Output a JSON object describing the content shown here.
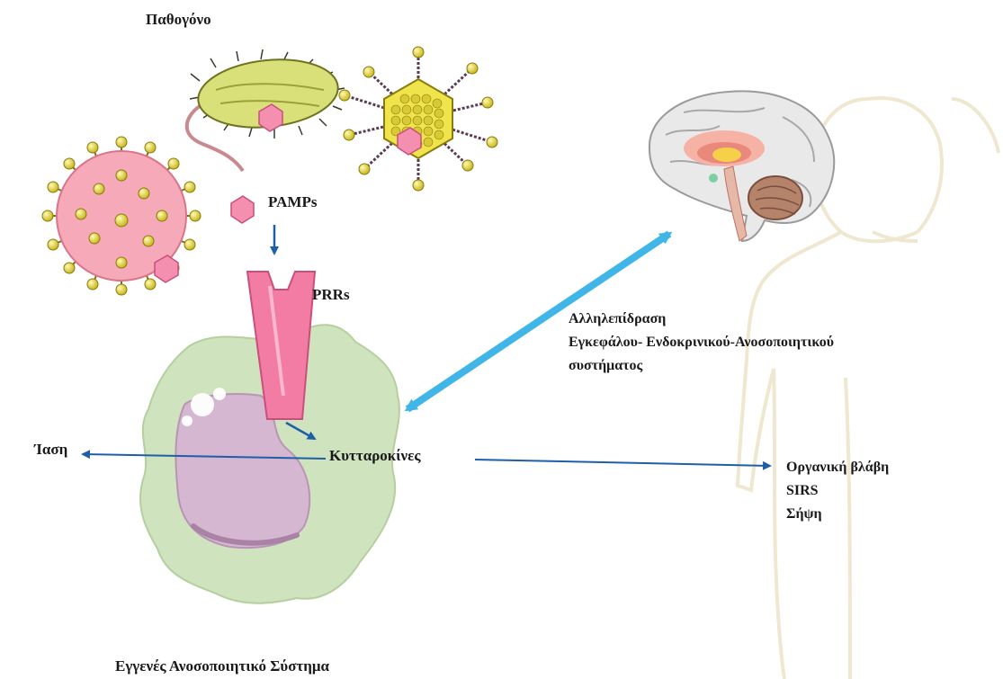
{
  "labels": {
    "pathogen": "Παθογόνο",
    "pamps": "PAMPs",
    "prrs": "PRRs",
    "cytokines": "Κυτταροκίνες",
    "healing": "Ίαση",
    "interaction": [
      "Αλληλεπίδραση",
      "Εγκεφάλου- Ενδοκρινικού-Ανοσοποιητικού",
      "συστήματος"
    ],
    "outcomes": [
      "Οργανική βλάβη",
      "SIRS",
      "Σήψη"
    ],
    "innate_system": "Εγγενές Ανοσοποιητικό  Σύστημα"
  },
  "colors": {
    "arrow_blue": "#1f5fa8",
    "double_arrow": "#3fb5e8",
    "receptor_pink": "#f27ca4",
    "cell_green": "#cfe3bf",
    "nucleus_purple": "#d6b7d2",
    "virus_pink": "#f6a9b8",
    "virus_yellow": "#f0e44d",
    "bacterium_green": "#d9e07a",
    "body_outline": "#efe7d0"
  },
  "icons": {
    "pathogens": "pathogen-illustration-icon",
    "brain": "brain-sagittal-icon",
    "body": "human-body-silhouette-icon",
    "cell": "immune-cell-icon",
    "receptor": "prr-receptor-icon"
  }
}
